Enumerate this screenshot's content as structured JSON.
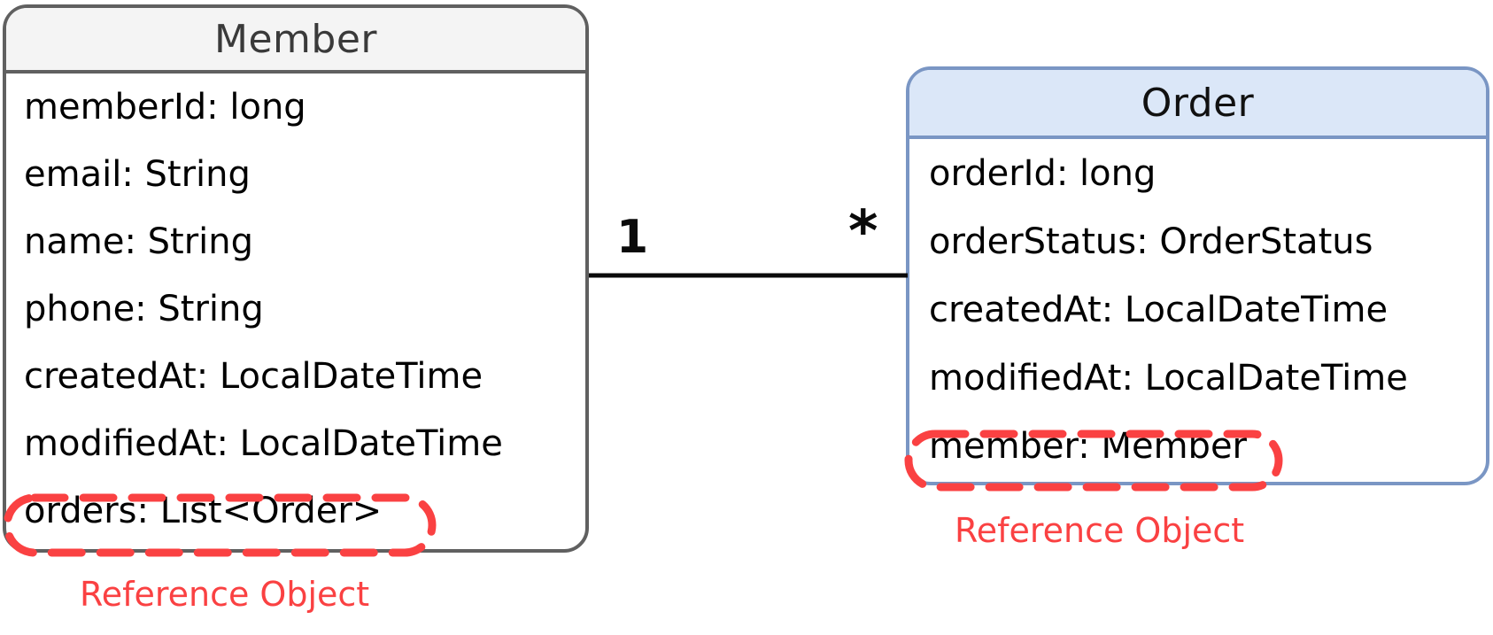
{
  "entities": {
    "member": {
      "title": "Member",
      "fields": [
        "memberId: long",
        "email: String",
        "name: String",
        "phone: String",
        "createdAt: LocalDateTime",
        "modifiedAt: LocalDateTime",
        "orders: List<Order>"
      ],
      "highlighted_field": "orders: List<Order>",
      "annotation": "Reference Object"
    },
    "order": {
      "title": "Order",
      "fields": [
        "orderId: long",
        "orderStatus: OrderStatus",
        "createdAt: LocalDateTime",
        "modifiedAt: LocalDateTime",
        "member: Member"
      ],
      "highlighted_field": "member: Member",
      "annotation": "Reference Object"
    }
  },
  "relationship": {
    "left_multiplicity": "1",
    "right_multiplicity": "*"
  },
  "colors": {
    "highlight_red": "#fa4142",
    "member_border": "#606060",
    "member_header_bg": "#f4f4f4",
    "order_border": "#7a96c4",
    "order_header_bg": "#dbe7f8",
    "connector": "#0a0a0a"
  }
}
